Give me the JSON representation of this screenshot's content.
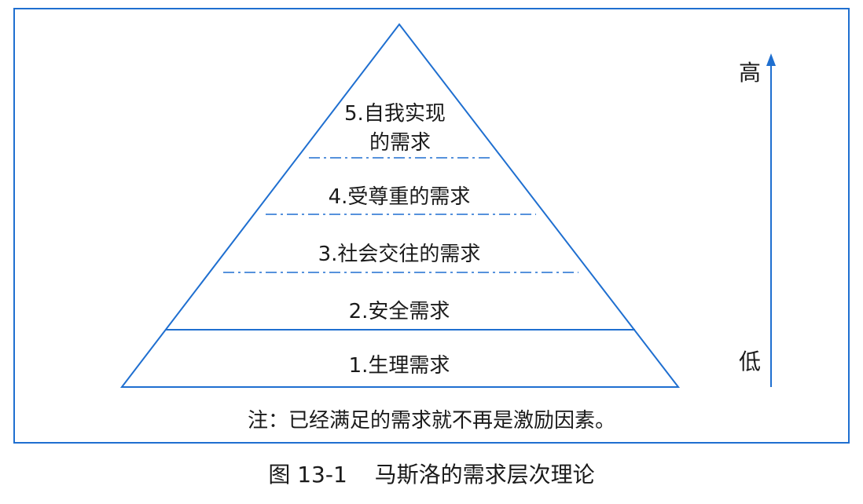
{
  "levels": [
    {
      "number": "1.",
      "lines": [
        "生理需求"
      ]
    },
    {
      "number": "2.",
      "lines": [
        "安全需求"
      ]
    },
    {
      "number": "3.",
      "lines": [
        "社会交往的需求"
      ]
    },
    {
      "number": "4.",
      "lines": [
        "受尊重的需求"
      ]
    },
    {
      "number": "5.",
      "lines": [
        "自我实现",
        "的需求"
      ]
    }
  ],
  "axis": {
    "top_label": "高",
    "bottom_label": "低"
  },
  "note": "注：已经满足的需求就不再是激励因素。",
  "caption": {
    "figure_number": "图 13-1",
    "title": "马斯洛的需求层次理论"
  },
  "colors": {
    "line": "#1f6fd0",
    "text": "#1a1a1a",
    "background": "#ffffff"
  }
}
